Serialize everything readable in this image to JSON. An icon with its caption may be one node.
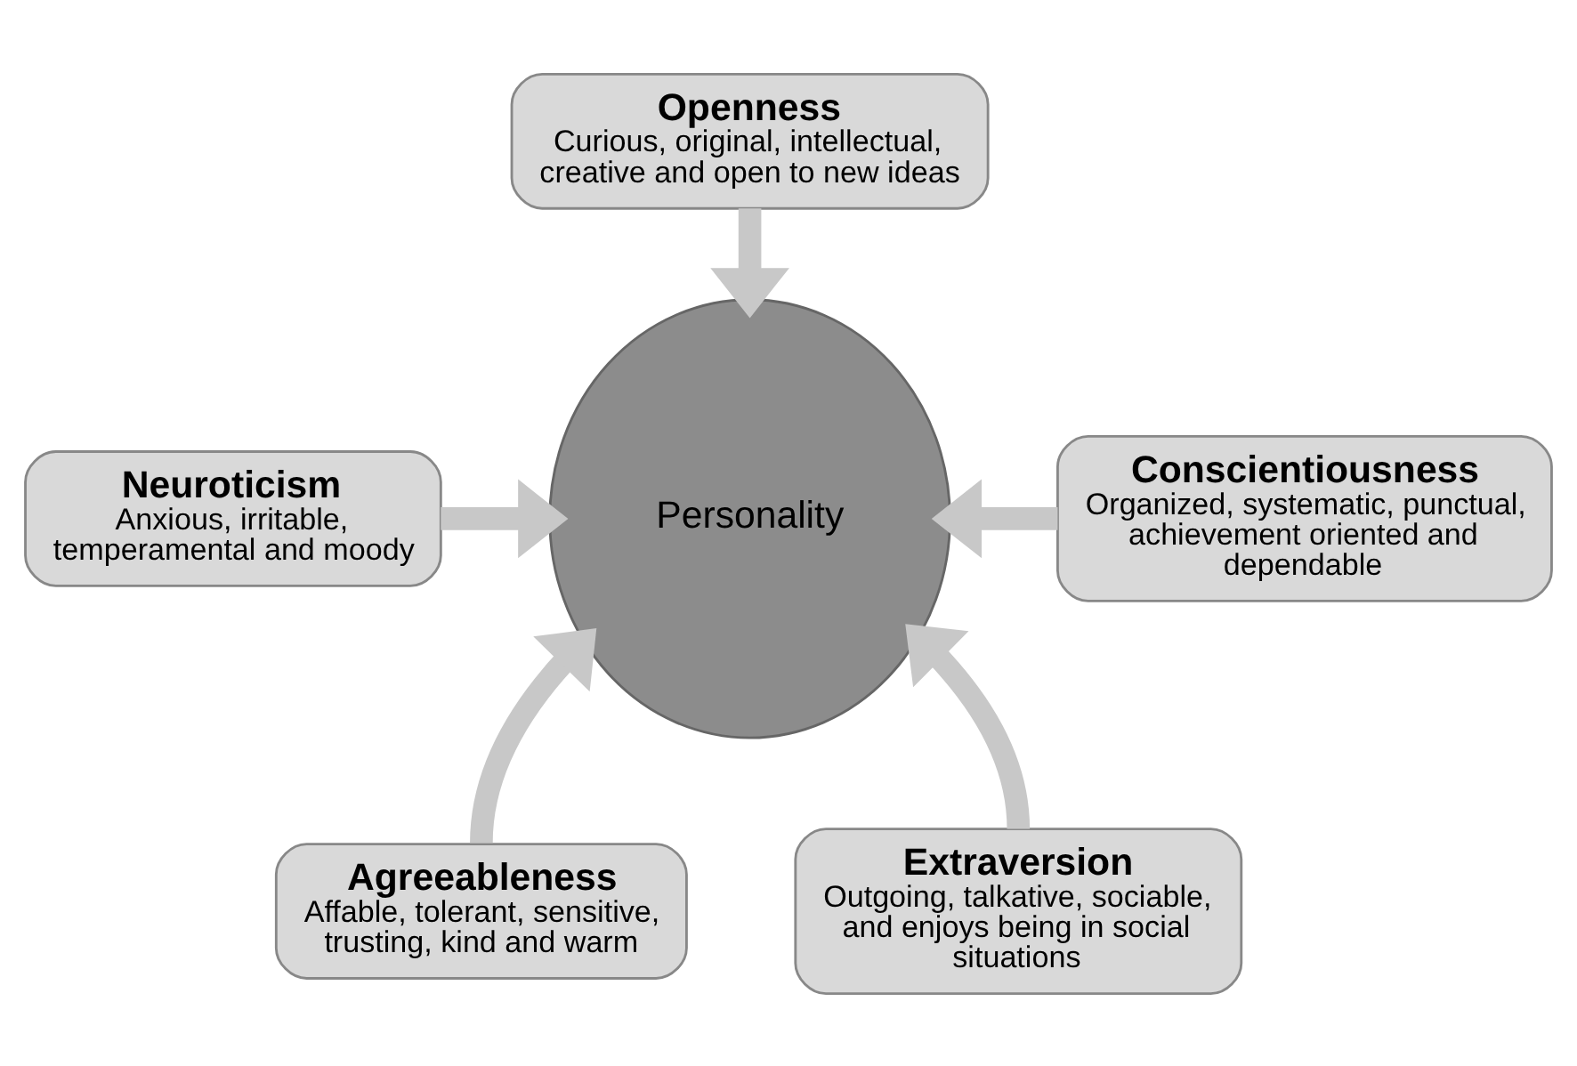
{
  "diagram": {
    "nodes": [
      {
        "text": [
          "Openness",
          "Curious, original, intellectual, creative and open to new ideas"
        ]
      },
      {
        "text": [
          "Neuroticism",
          "Anxious, irritable, temperamental and moody"
        ]
      },
      {
        "text": [
          "Personality"
        ]
      },
      {
        "text": [
          "Conscientiousness",
          "Organized, systematic, punctual, achievement oriented and dependable"
        ]
      },
      {
        "text": [
          "Agreeableness",
          "Affable, tolerant, sensitive, trusting, kind and warm"
        ]
      },
      {
        "text": [
          "Extraversion",
          "Outgoing, talkative, sociable, and enjoys being in social situations"
        ]
      }
    ],
    "edges": [
      {
        "from": 0,
        "to": 2,
        "arrow": "to"
      },
      {
        "from": 1,
        "to": 2,
        "arrow": "to"
      },
      {
        "from": 3,
        "to": 2,
        "arrow": "to"
      },
      {
        "from": 4,
        "to": 2,
        "arrow": "to"
      },
      {
        "from": 5,
        "to": 2,
        "arrow": "to"
      }
    ]
  }
}
